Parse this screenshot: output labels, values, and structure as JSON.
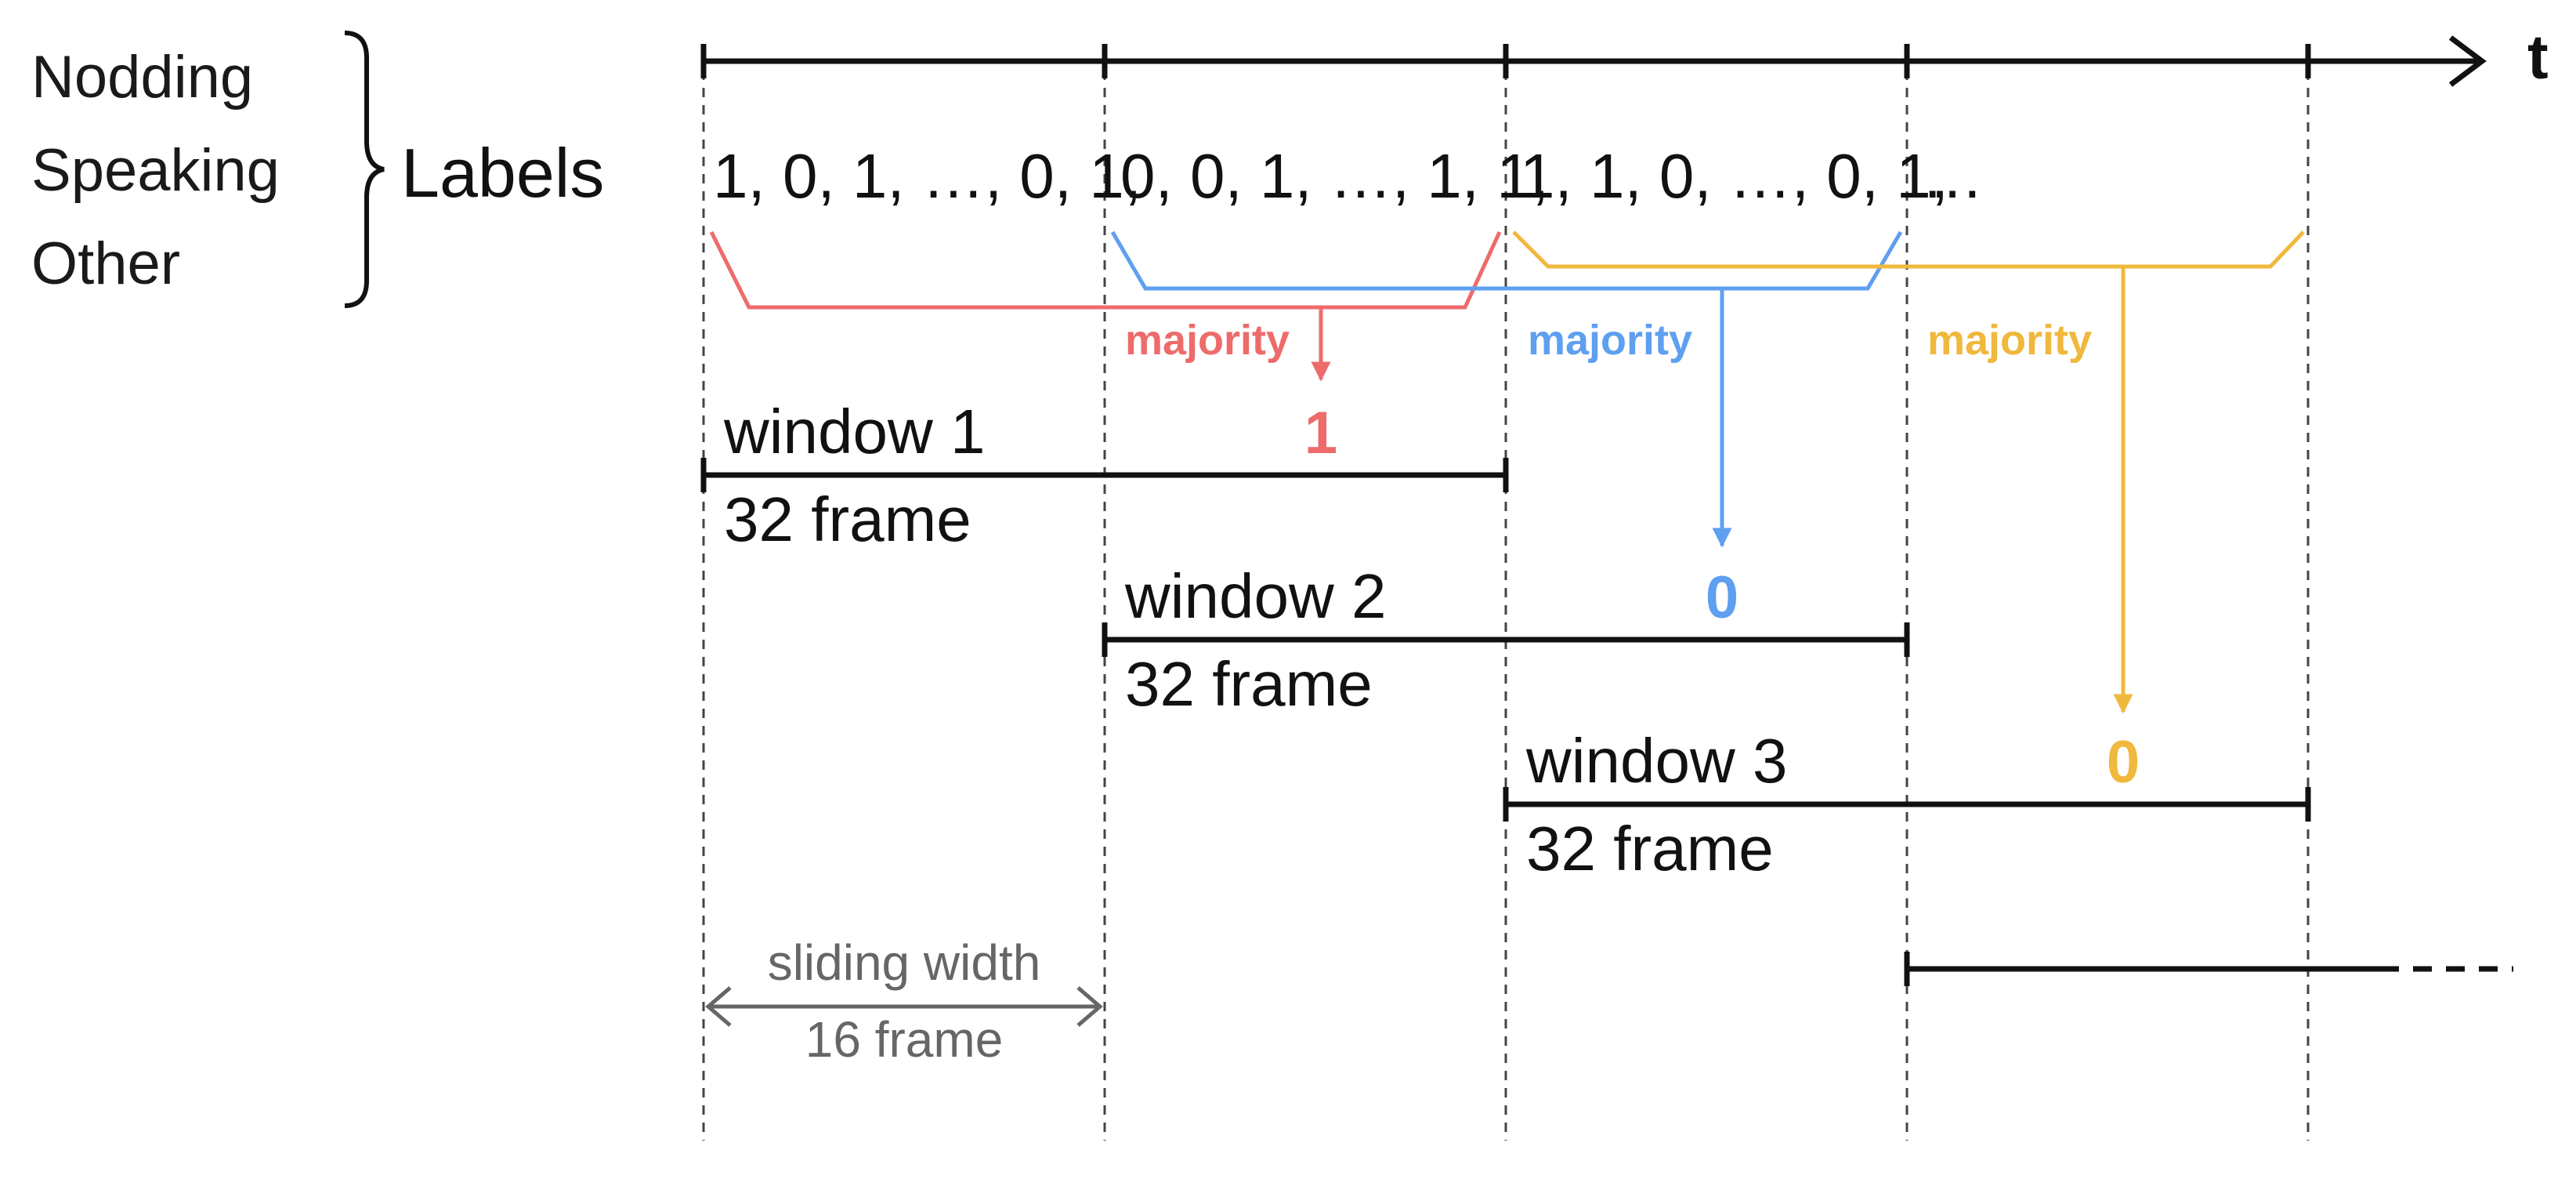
{
  "categories": [
    "Nodding",
    "Speaking",
    "Other"
  ],
  "labels_title": "Labels",
  "axis_label": "t",
  "sequences": [
    "1, 0, 1, …, 0, 1,",
    "0, 0, 1, …, 1, 1,",
    "1, 1, 0, …, 0, 1,",
    "…"
  ],
  "majority_label": "majority",
  "windows": [
    {
      "name": "window 1",
      "length": "32 frame",
      "result": "1",
      "color": "#ee6b6b"
    },
    {
      "name": "window 2",
      "length": "32 frame",
      "result": "0",
      "color": "#5e9ff0"
    },
    {
      "name": "window 3",
      "length": "32 frame",
      "result": "0",
      "color": "#f0b83c"
    }
  ],
  "sliding": {
    "label": "sliding width",
    "length": "16 frame"
  }
}
